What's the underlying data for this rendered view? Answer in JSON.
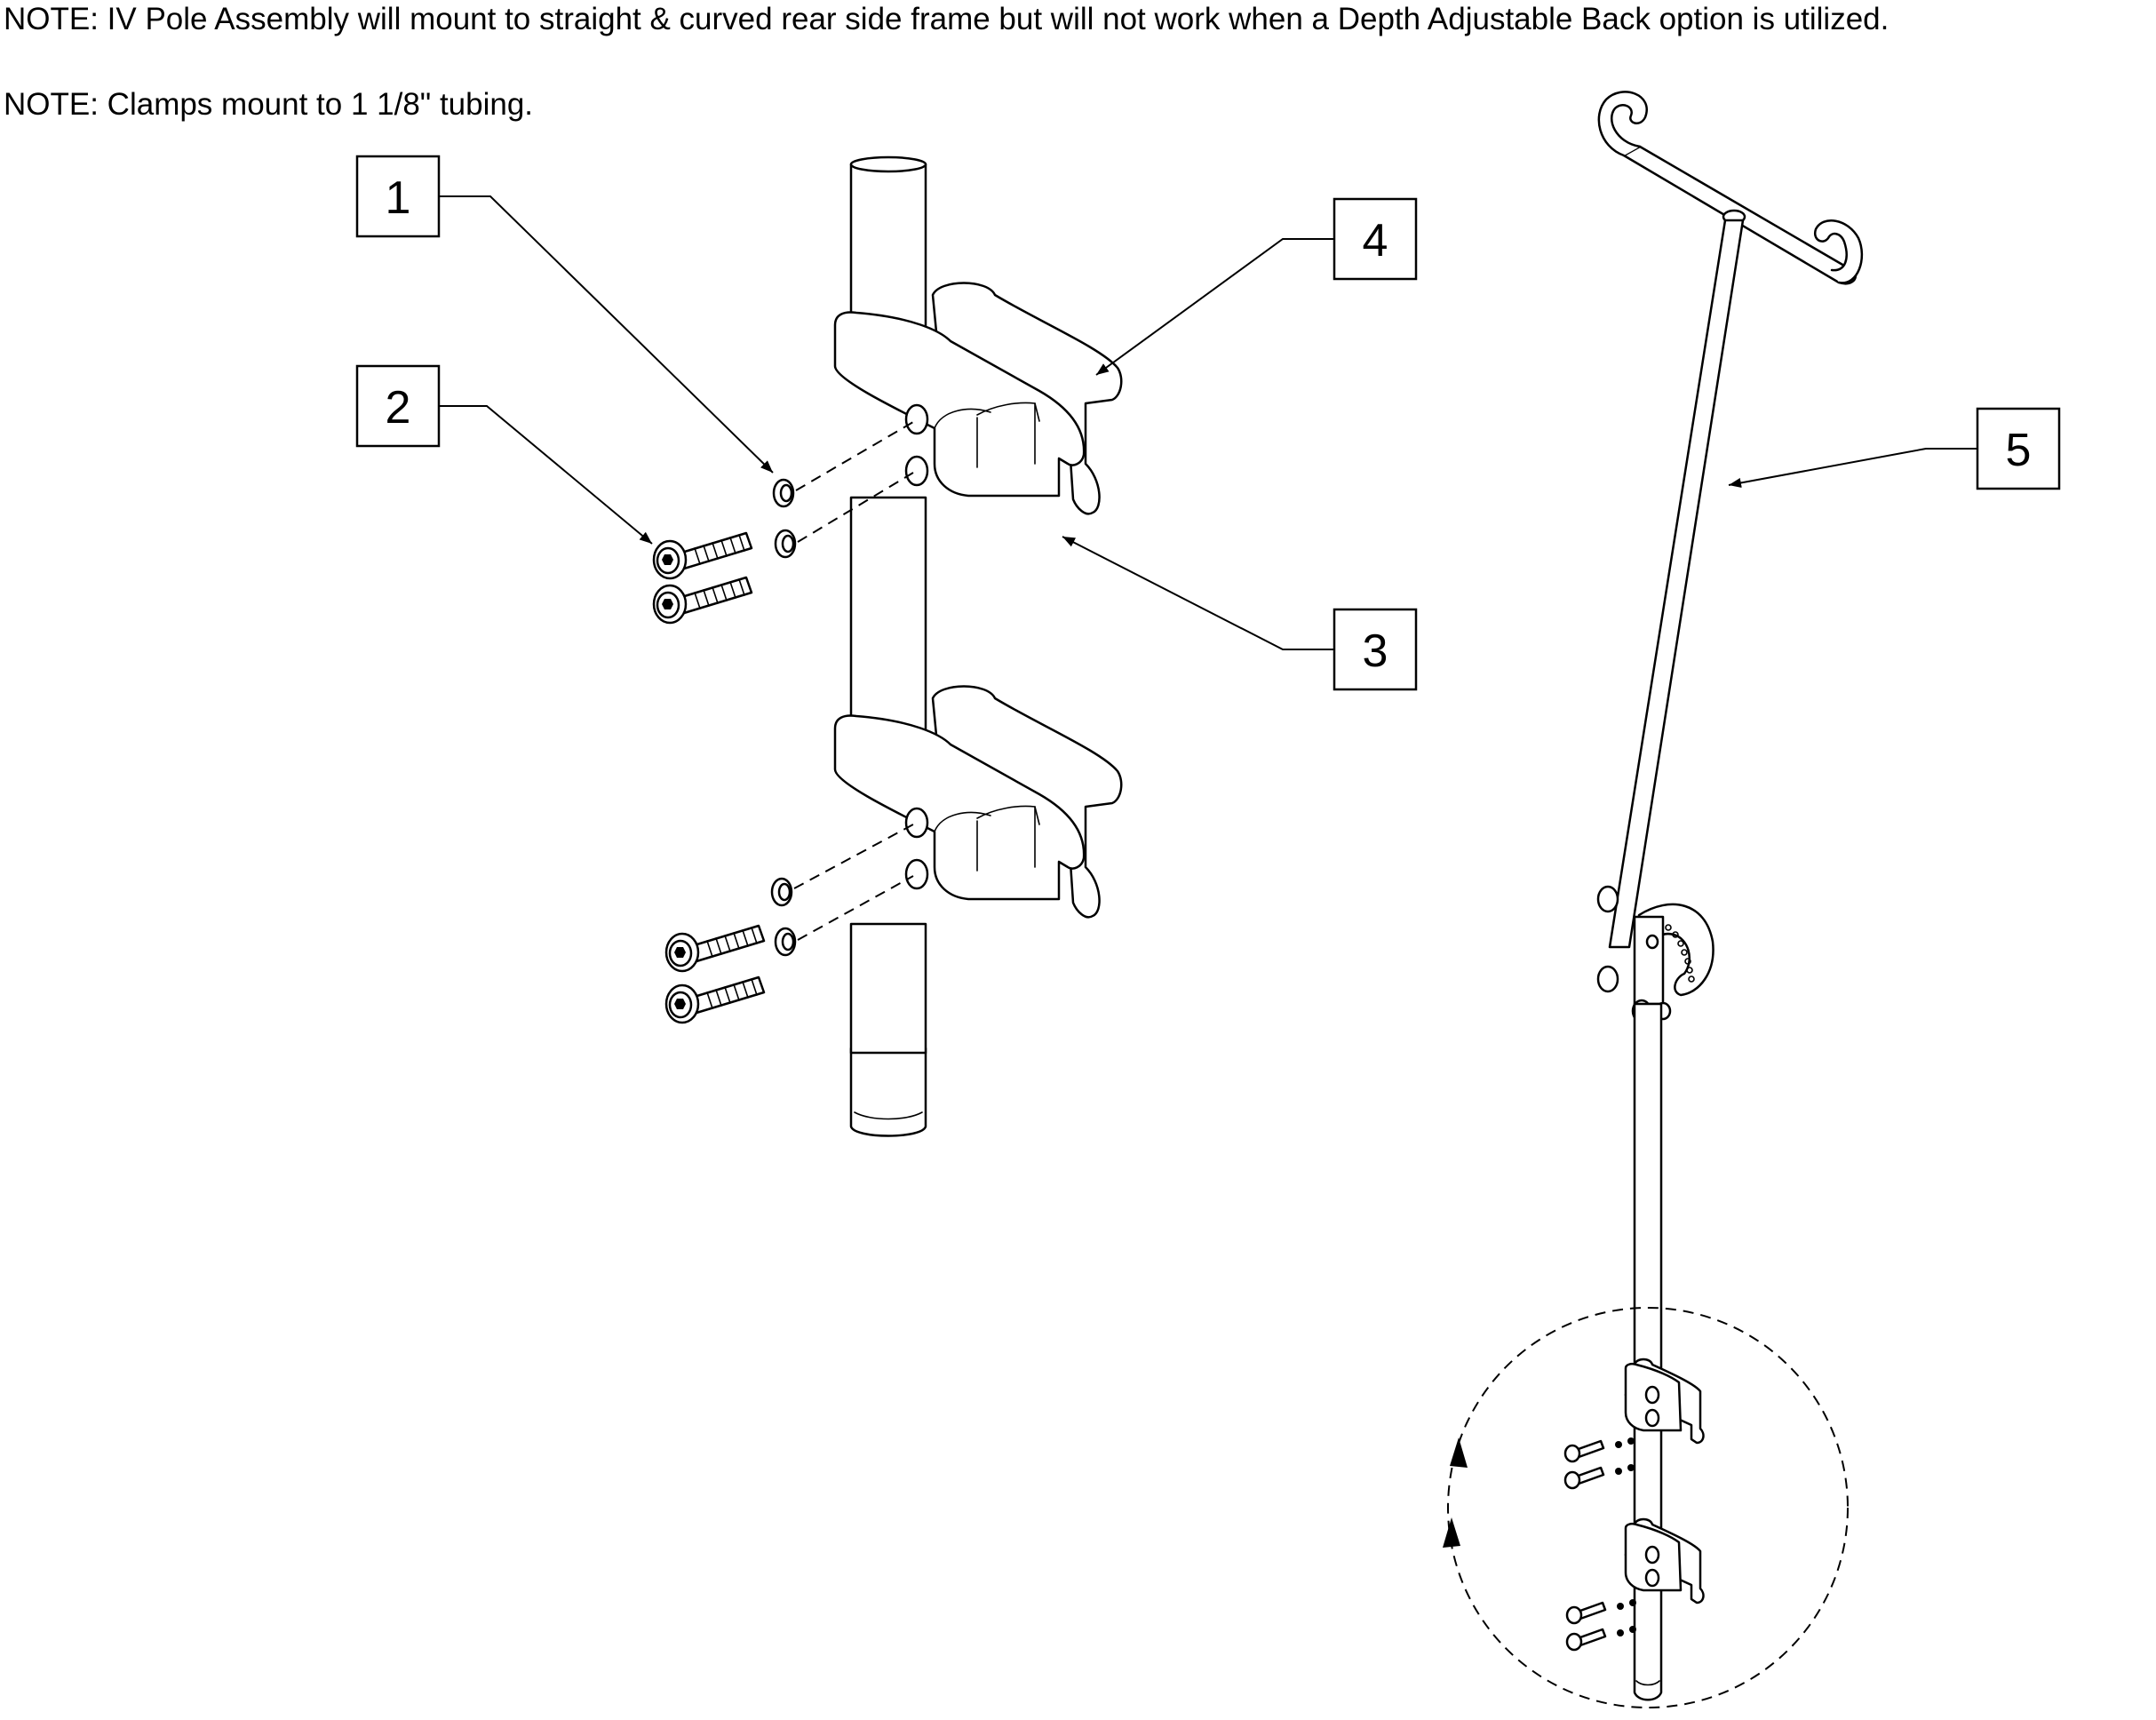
{
  "notes": [
    "NOTE: IV Pole Assembly will mount to straight & curved rear side frame but will not work when a Depth Adjustable Back option is utilized.",
    "NOTE: Clamps mount to 1 1/8\" tubing."
  ],
  "callouts": [
    "1",
    "2",
    "3",
    "4",
    "5"
  ],
  "icons": {
    "arrowhead": "filled-triangle-arrowhead",
    "rotation_indicator": "dashed-circle-with-arrows"
  },
  "colors": {
    "ink": "#000000",
    "paper": "#ffffff"
  }
}
